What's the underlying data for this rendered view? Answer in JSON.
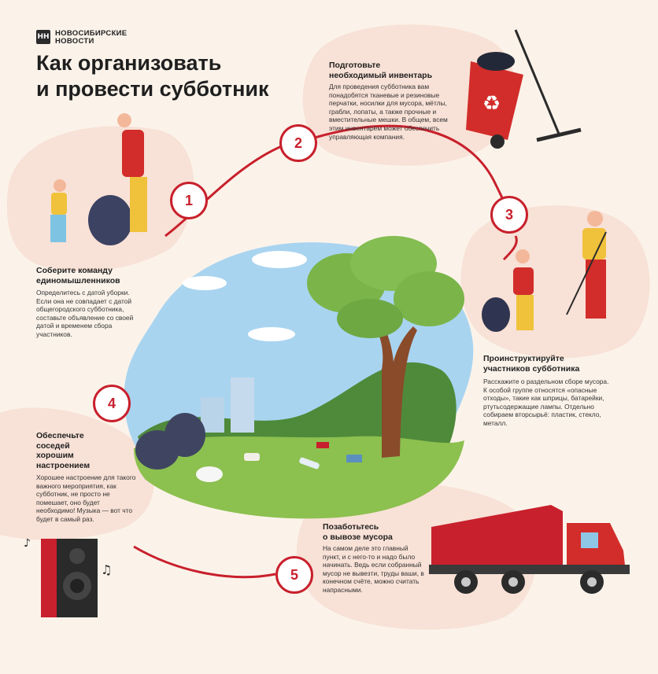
{
  "brand": {
    "logo_mark": "НН",
    "name_line1": "НОВОСИБИРСКИЕ",
    "name_line2": "НОВОСТИ"
  },
  "title": {
    "line1": "Как организовать",
    "line2": "и провести субботник"
  },
  "steps": [
    {
      "number": "1",
      "title_lines": [
        "Соберите команду",
        "единомышленников"
      ],
      "body": "Определитесь с датой уборки. Если она не совпадает с датой общегородского субботника, составьте объявление со своей датой и временем сбора участников."
    },
    {
      "number": "2",
      "title_lines": [
        "Подготовьте",
        "необходимый инвентарь"
      ],
      "body": "Для проведения субботника вам понадобятся тканевые и резиновые перчатки, носилки для мусора, мётлы, грабли, лопаты, а также прочные и вместительные мешки. В общем, всем этим инвентарём может обеспечить управляющая компания."
    },
    {
      "number": "3",
      "title_lines": [
        "Проинструктируйте",
        "участников субботника"
      ],
      "body": "Расскажите о раздельном сборе мусора. К особой группе относятся «опасные отходы», такие как шприцы, батарейки, ртутьсодержащие лампы. Отдельно собираем вторсырьё: пластик, стекло, металл."
    },
    {
      "number": "4",
      "title_lines": [
        "Обеспечьте",
        "соседей",
        "хорошим",
        "настроением"
      ],
      "body": "Хорошее настроение для такого важного мероприятия, как субботник, не просто не помешает, оно будет необходимо! Музыка — вот что будет в самый раз."
    },
    {
      "number": "5",
      "title_lines": [
        "Позаботьтесь",
        "о вывозе мусора"
      ],
      "body": "На самом деле это главный пункт, и с него-то и надо было начинать. Ведь если собранный мусор не вывезти, труды ваши, в конечном счёте, можно считать напрасными."
    }
  ],
  "colors": {
    "accent": "#c8202c",
    "blob": "#f8e1d6",
    "background": "#fbf3ea",
    "sky": "#a9d4f0",
    "grass": "#8cc04f"
  }
}
